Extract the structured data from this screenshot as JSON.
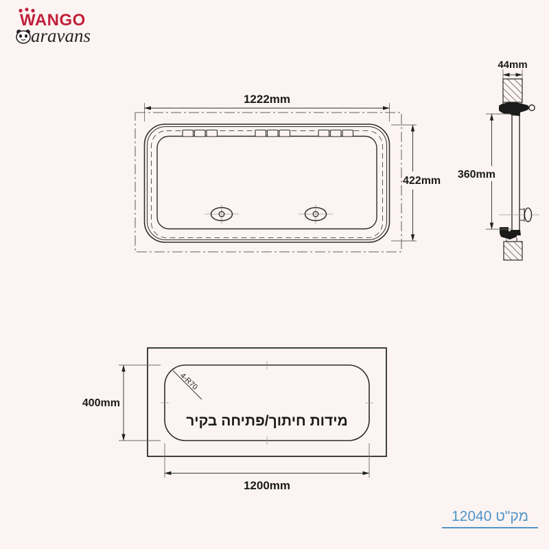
{
  "page": {
    "background_color": "#fcf4f2"
  },
  "logo": {
    "brand_top": "WANGO",
    "brand_bottom_rest": "aravans",
    "primary_color": "#c0203a",
    "secondary_color": "#2a2327"
  },
  "front_view": {
    "width_dim": "1222mm",
    "height_dim": "422mm"
  },
  "side_view": {
    "thickness_dim": "44mm",
    "height_dim": "360mm"
  },
  "cutout_view": {
    "corner_radius_label": "4-R70",
    "caption": "מידות חיתוך/פתיחה בקיר",
    "height_dim": "400mm",
    "width_dim": "1200mm"
  },
  "footer": {
    "part_number_label": "מק\"ט 12040",
    "link_color": "#4f94c7"
  }
}
